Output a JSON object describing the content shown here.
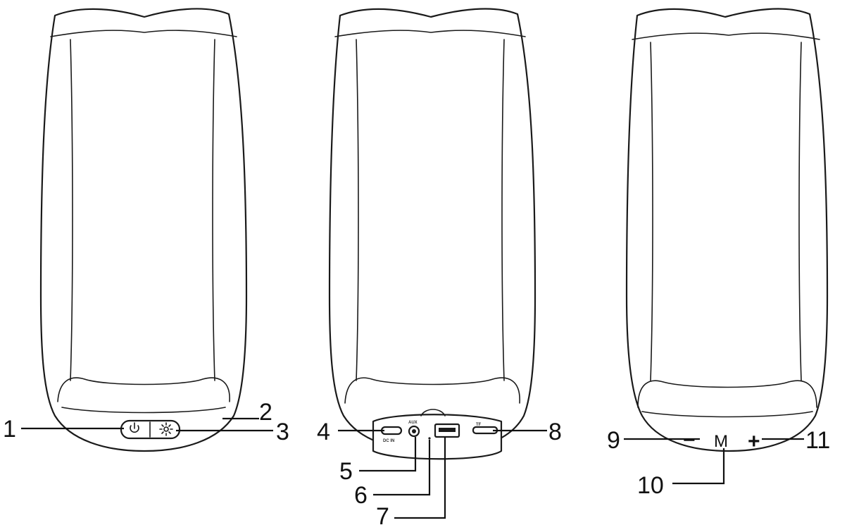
{
  "callouts": {
    "c1": "1",
    "c2": "2",
    "c3": "3",
    "c4": "4",
    "c5": "5",
    "c6": "6",
    "c7": "7",
    "c8": "8",
    "c9": "9",
    "c10": "10",
    "c11": "11"
  },
  "port_labels": {
    "dc_in": "DC IN",
    "aux": "AUX",
    "tf": "TF"
  },
  "button_glyphs": {
    "mode": "M",
    "plus": "+",
    "minus": "−"
  },
  "icons": [
    "power-icon",
    "light-icon",
    "mode-icon",
    "plus-icon",
    "minus-icon"
  ],
  "colors": {
    "line": "#1a1a1a",
    "background": "#ffffff"
  }
}
